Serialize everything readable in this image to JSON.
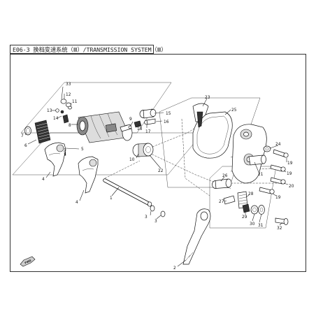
{
  "title": "E06-3 换档变速系统（Ⅲ）/TRANSMISSION SYSTEM（Ⅲ）",
  "direction_badge": "FWD",
  "callouts": {
    "c1": "1",
    "c2": "2",
    "c3a": "3",
    "c3b": "3",
    "c4a": "4",
    "c4b": "4",
    "c5a": "5",
    "c5b": "5",
    "c6": "6",
    "c7": "7",
    "c8": "8",
    "c9": "9",
    "c10": "10",
    "c11": "11",
    "c12": "12",
    "c13": "13",
    "c14": "14",
    "c15": "15",
    "c16": "16",
    "c17": "17",
    "c18": "18",
    "c19a": "19",
    "c19b": "19",
    "c19c": "19",
    "c20": "20",
    "c21": "21",
    "c22": "22",
    "c23": "23",
    "c24": "24",
    "c25": "25",
    "c26": "26",
    "c27": "27",
    "c28": "28",
    "c29": "29",
    "c30": "30",
    "c31": "31",
    "c32": "32",
    "c33": "33"
  }
}
